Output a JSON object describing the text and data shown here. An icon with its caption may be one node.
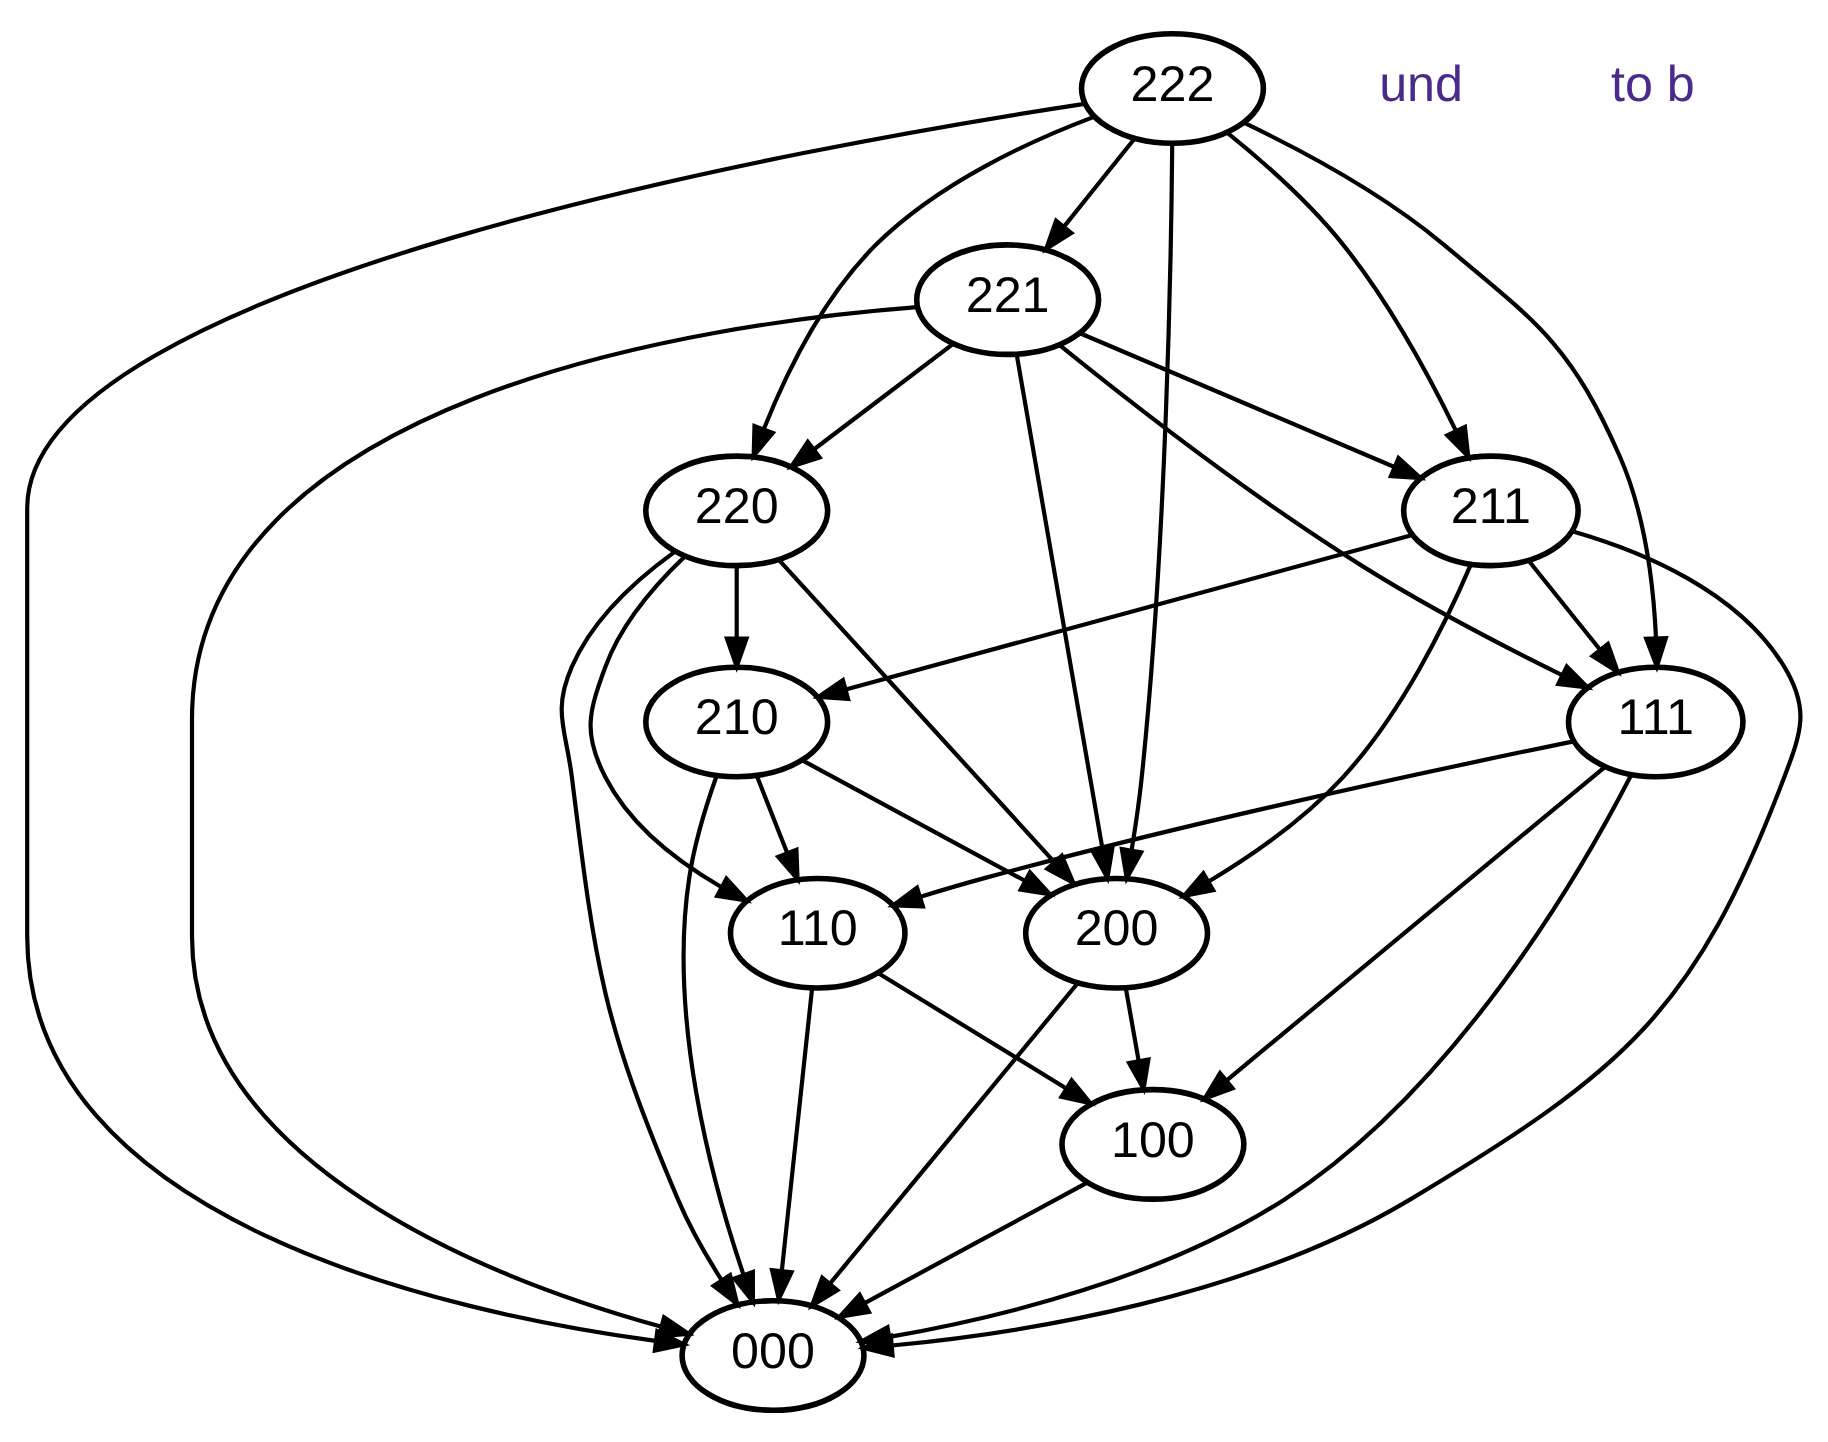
{
  "diagram": {
    "nodes": [
      {
        "text": [
          "222"
        ]
      },
      {
        "text": [
          "221"
        ]
      },
      {
        "text": [
          "220"
        ]
      },
      {
        "text": [
          "211"
        ]
      },
      {
        "text": [
          "210"
        ]
      },
      {
        "text": [
          "111"
        ]
      },
      {
        "text": [
          "200"
        ]
      },
      {
        "text": [
          "110"
        ]
      },
      {
        "text": [
          "100"
        ]
      },
      {
        "text": [
          "000"
        ]
      }
    ],
    "edges": [
      {
        "from": 0,
        "to": 1,
        "arrow": "to"
      },
      {
        "from": 0,
        "to": 2,
        "arrow": "to"
      },
      {
        "from": 0,
        "to": 6,
        "arrow": "to"
      },
      {
        "from": 0,
        "to": 3,
        "arrow": "to"
      },
      {
        "from": 0,
        "to": 5,
        "arrow": "to"
      },
      {
        "from": 0,
        "to": 9,
        "arrow": "to"
      },
      {
        "from": 1,
        "to": 2,
        "arrow": "to"
      },
      {
        "from": 1,
        "to": 6,
        "arrow": "to"
      },
      {
        "from": 1,
        "to": 5,
        "arrow": "to"
      },
      {
        "from": 1,
        "to": 3,
        "arrow": "to"
      },
      {
        "from": 1,
        "to": 9,
        "arrow": "to"
      },
      {
        "from": 2,
        "to": 4,
        "arrow": "to"
      },
      {
        "from": 2,
        "to": 6,
        "arrow": "to"
      },
      {
        "from": 2,
        "to": 7,
        "arrow": "to"
      },
      {
        "from": 2,
        "to": 9,
        "arrow": "to"
      },
      {
        "from": 3,
        "to": 4,
        "arrow": "to"
      },
      {
        "from": 3,
        "to": 5,
        "arrow": "to"
      },
      {
        "from": 3,
        "to": 6,
        "arrow": "to"
      },
      {
        "from": 3,
        "to": 9,
        "arrow": "to"
      },
      {
        "from": 4,
        "to": 6,
        "arrow": "to"
      },
      {
        "from": 4,
        "to": 7,
        "arrow": "to"
      },
      {
        "from": 4,
        "to": 9,
        "arrow": "to"
      },
      {
        "from": 5,
        "to": 7,
        "arrow": "to"
      },
      {
        "from": 5,
        "to": 8,
        "arrow": "to"
      },
      {
        "from": 5,
        "to": 9,
        "arrow": "to"
      },
      {
        "from": 6,
        "to": 8,
        "arrow": "to"
      },
      {
        "from": 6,
        "to": 9,
        "arrow": "to"
      },
      {
        "from": 7,
        "to": 8,
        "arrow": "to"
      },
      {
        "from": 7,
        "to": 9,
        "arrow": "to"
      },
      {
        "from": 8,
        "to": 9,
        "arrow": "to"
      }
    ],
    "labels": [
      "und",
      "to b"
    ]
  }
}
